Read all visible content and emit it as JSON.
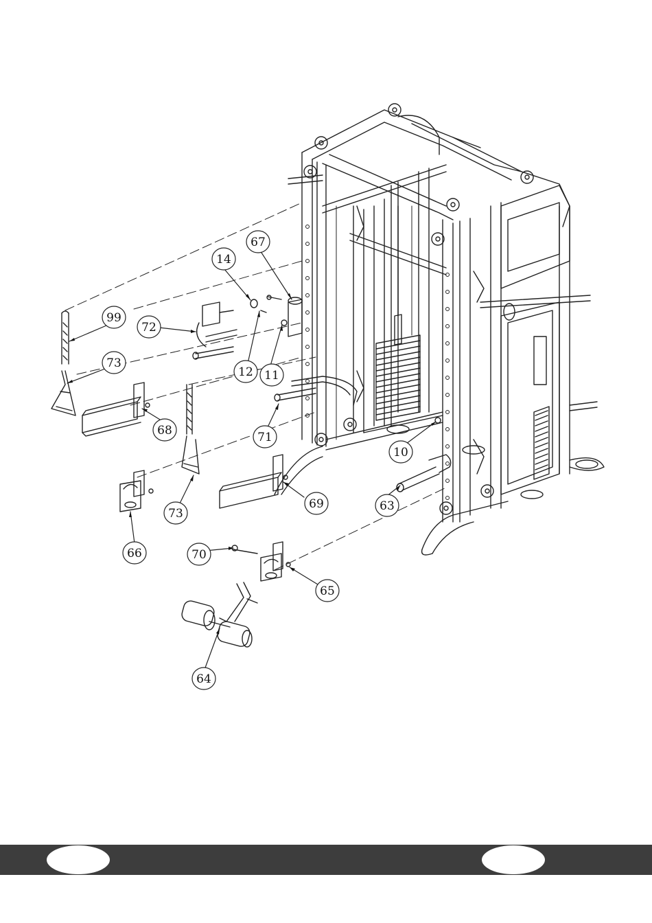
{
  "callouts": [
    {
      "id": "14",
      "label": "14"
    },
    {
      "id": "67",
      "label": "67"
    },
    {
      "id": "99",
      "label": "99"
    },
    {
      "id": "72",
      "label": "72"
    },
    {
      "id": "73a",
      "label": "73"
    },
    {
      "id": "12",
      "label": "12"
    },
    {
      "id": "11",
      "label": "11"
    },
    {
      "id": "68",
      "label": "68"
    },
    {
      "id": "71",
      "label": "71"
    },
    {
      "id": "10",
      "label": "10"
    },
    {
      "id": "73b",
      "label": "73"
    },
    {
      "id": "69",
      "label": "69"
    },
    {
      "id": "63",
      "label": "63"
    },
    {
      "id": "66",
      "label": "66"
    },
    {
      "id": "70",
      "label": "70"
    },
    {
      "id": "65",
      "label": "65"
    },
    {
      "id": "64",
      "label": "64"
    }
  ],
  "footer": {
    "left_page": "",
    "right_page": "",
    "bar_color": "#3d3d3d"
  }
}
